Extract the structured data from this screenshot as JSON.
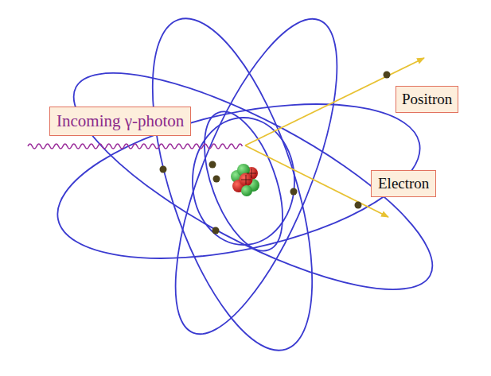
{
  "diagram": {
    "nodes": [
      {
        "text": [
          "Incoming γ-photon"
        ]
      },
      {
        "text": [
          "Positron"
        ]
      },
      {
        "text": [
          "Electron"
        ]
      }
    ]
  }
}
